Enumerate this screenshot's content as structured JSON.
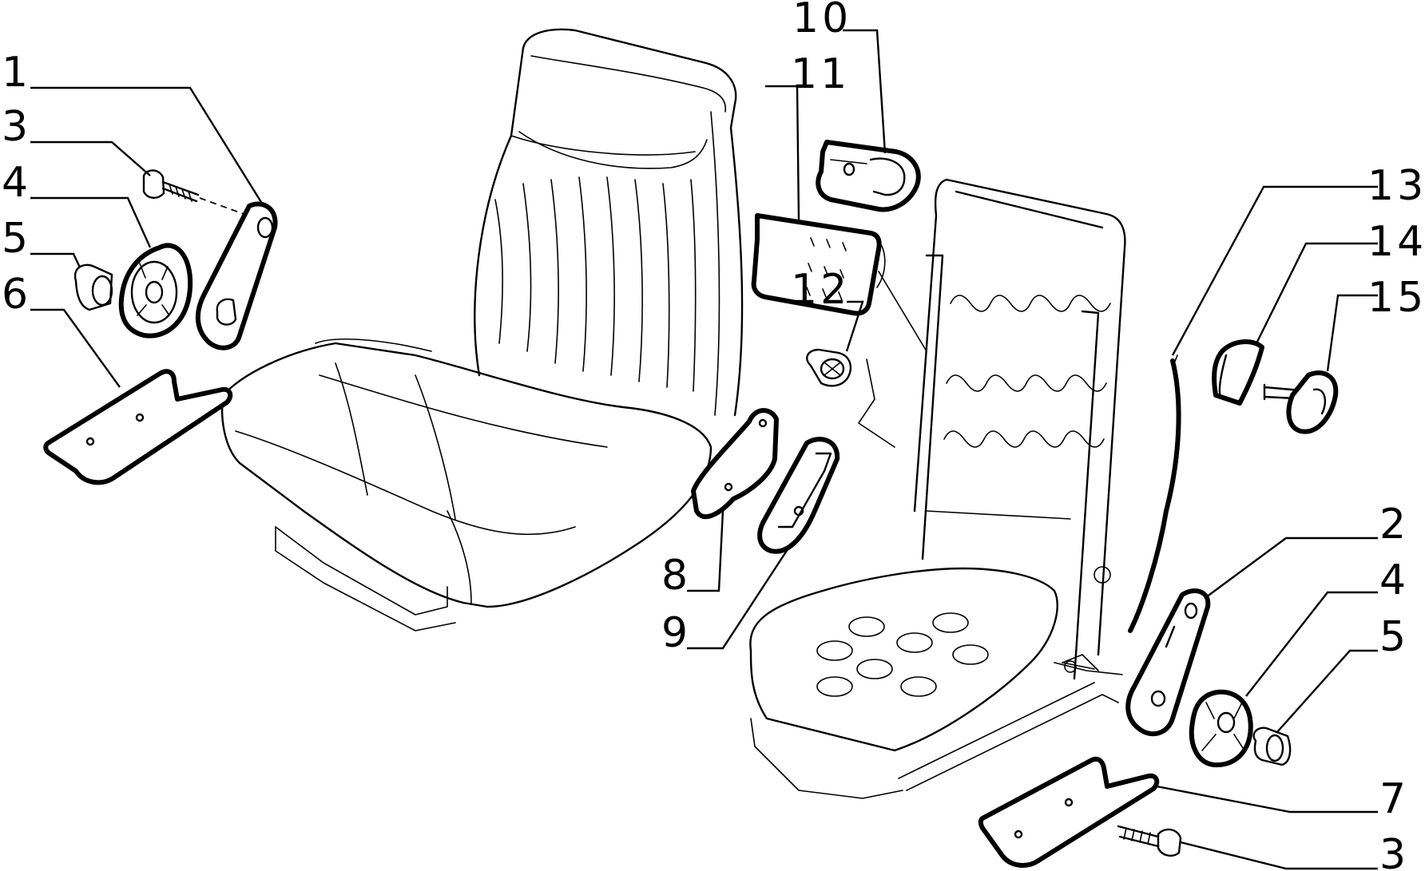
{
  "callouts": {
    "left": [
      "1",
      "3",
      "4",
      "5",
      "6"
    ],
    "center_top": [
      "10",
      "11",
      "12"
    ],
    "center_bottom": [
      "8",
      "9"
    ],
    "right_top": [
      "13",
      "14",
      "15"
    ],
    "right_bottom": [
      "2",
      "4",
      "5",
      "7",
      "3"
    ]
  }
}
